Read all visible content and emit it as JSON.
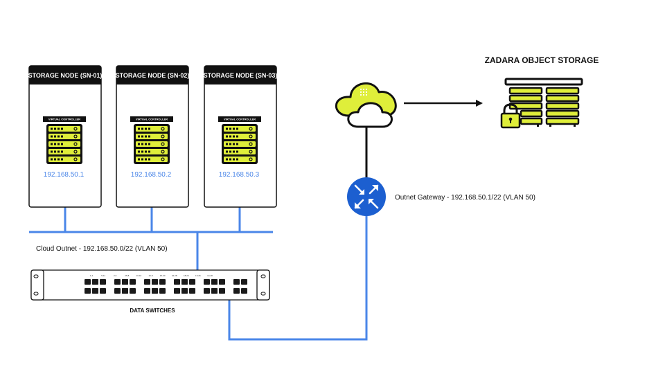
{
  "storage_nodes": [
    {
      "title": "STORAGE NODE (SN-01)",
      "controller_label": "VIRTUAL CONTROLLER",
      "ip": "192.168.50.1"
    },
    {
      "title": "STORAGE NODE (SN-02)",
      "controller_label": "VIRTUAL CONTROLLER",
      "ip": "192.168.50.2"
    },
    {
      "title": "STORAGE NODE (SN-03)",
      "controller_label": "VIRTUAL CONTROLLER",
      "ip": "192.168.50.3"
    }
  ],
  "network": {
    "cloud_outnet_label": "Cloud Outnet - 192.168.50.0/22 (VLAN 50)",
    "gateway_label": "Outnet Gateway - 192.168.50.1/22 (VLAN 50)"
  },
  "switch": {
    "caption": "DATA SWITCHES",
    "port_labels": [
      "1-4",
      "5-11",
      "2-6",
      "25-8",
      "10-16",
      "16-8",
      "15-20",
      "22-28",
      "18-24",
      "19-26",
      "14-48"
    ]
  },
  "object_storage": {
    "title": "ZADARA OBJECT STORAGE"
  },
  "colors": {
    "link_blue": "#4a86e8",
    "accent_yellow": "#dfee3a",
    "router_blue": "#1c5fd0",
    "dark": "#111111"
  },
  "icons": {
    "cloud": "cloud-icon",
    "router": "router-icon",
    "server": "server-rack-icon",
    "lock": "lock-icon",
    "switch": "network-switch-icon"
  }
}
